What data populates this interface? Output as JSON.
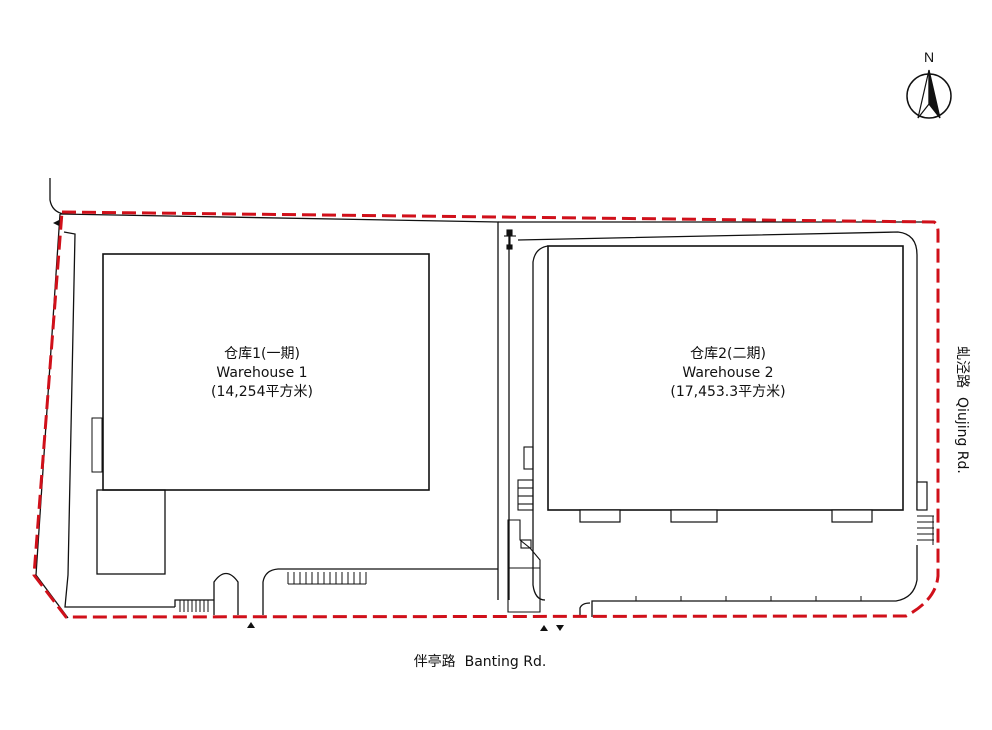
{
  "compass": {
    "north_label": "N"
  },
  "warehouse_1": {
    "line1": "仓库1(一期)",
    "line2": "Warehouse 1",
    "line3": "(14,254平方米)"
  },
  "warehouse_2": {
    "line1": "仓库2(二期)",
    "line2": "Warehouse 2",
    "line3": "(17,453.3平方米)"
  },
  "roads": {
    "south": "伴亭路  Banting Rd.",
    "east": "虬泾路  Qiujing Rd."
  },
  "colors": {
    "boundary": "#d0101a",
    "lines": "#111111"
  }
}
